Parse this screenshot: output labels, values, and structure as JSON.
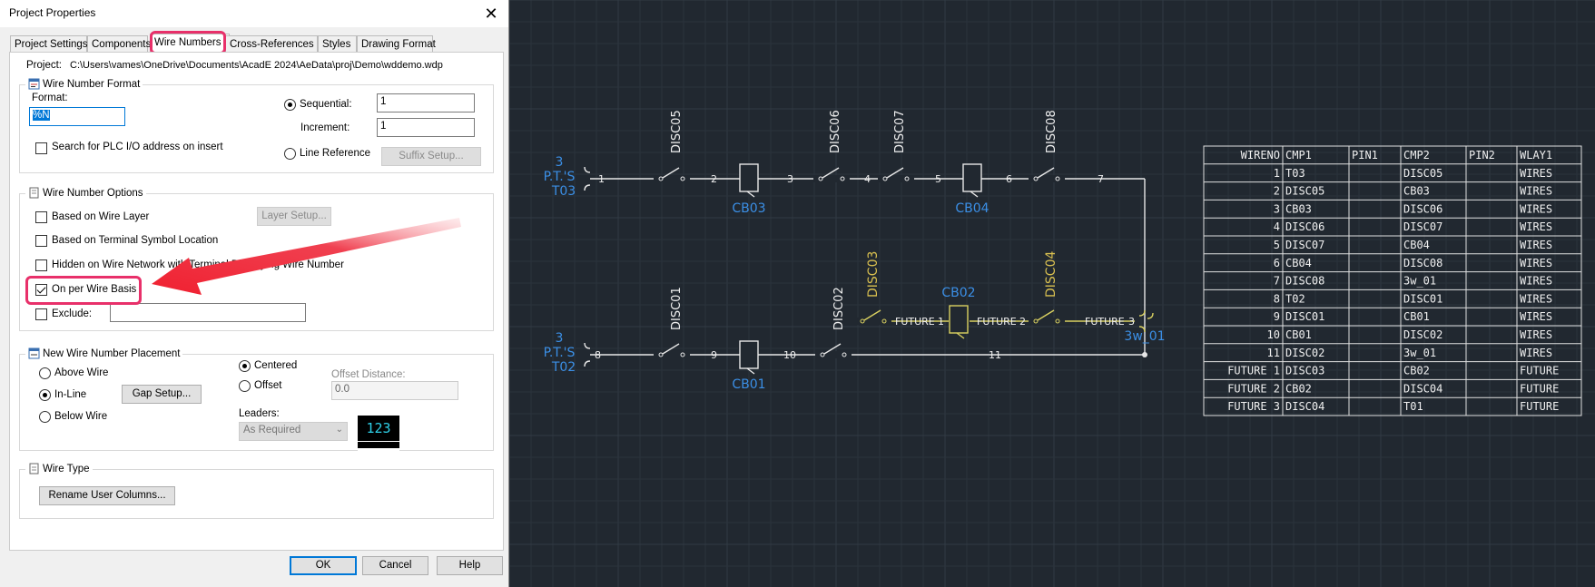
{
  "dialog": {
    "title": "Project Properties",
    "tabs": [
      "Project Settings",
      "Components",
      "Wire Numbers",
      "Cross-References",
      "Styles",
      "Drawing Format"
    ],
    "active_tab": "Wire Numbers",
    "project_label": "Project:",
    "project_path": "C:\\Users\\vames\\OneDrive\\Documents\\AcadE 2024\\AeData\\proj\\Demo\\wddemo.wdp",
    "format_group": {
      "title": "Wire Number Format",
      "format_label": "Format:",
      "format_value": "%N",
      "sequential_label": "Sequential:",
      "sequential_value": "1",
      "increment_label": "Increment:",
      "increment_value": "1",
      "plc_label": "Search for PLC I/O address on insert",
      "line_reference_label": "Line Reference",
      "suffix_setup_label": "Suffix Setup..."
    },
    "options_group": {
      "title": "Wire Number Options",
      "wire_layer_label": "Based on Wire Layer",
      "layer_setup_label": "Layer Setup...",
      "terminal_label": "Based on Terminal Symbol Location",
      "hidden_label": "Hidden on Wire Network with Terminal Displaying Wire Number",
      "per_wire_label": "On per Wire Basis",
      "exclude_label": "Exclude:",
      "exclude_value": ""
    },
    "placement_group": {
      "title": "New Wire Number Placement",
      "above_label": "Above Wire",
      "inline_label": "In-Line",
      "below_label": "Below Wire",
      "gap_setup_label": "Gap Setup...",
      "centered_label": "Centered",
      "offset_label": "Offset",
      "offset_distance_label": "Offset Distance:",
      "offset_distance_value": "0.0",
      "leaders_label": "Leaders:",
      "leaders_value": "As Required",
      "preview_text": "123"
    },
    "wire_type_group": {
      "title": "Wire Type",
      "rename_label": "Rename User Columns..."
    },
    "ok_label": "OK",
    "cancel_label": "Cancel",
    "help_label": "Help"
  },
  "schematic": {
    "rung1": {
      "ref_num": "3",
      "ref_name": "P.T.'S",
      "ref_tag": "T03",
      "wires": [
        "1",
        "2",
        "3",
        "4",
        "5",
        "6",
        "7"
      ],
      "switches": [
        "DISC05",
        "DISC06",
        "DISC07",
        "DISC08"
      ],
      "breakers": [
        "CB03",
        "CB04"
      ]
    },
    "rung2": {
      "ref_num": "3",
      "ref_name": "P.T.'S",
      "ref_tag": "T02",
      "wires": [
        "8",
        "9",
        "10",
        "11"
      ],
      "switches": [
        "DISC01",
        "DISC02"
      ],
      "breakers": [
        "CB01"
      ]
    },
    "future": {
      "switches": [
        "DISC03",
        "DISC04"
      ],
      "breaker": "CB02",
      "labels": [
        "FUTURE 1",
        "FUTURE 2",
        "FUTURE 3"
      ],
      "word": "FUTURE",
      "nums": [
        "1",
        "2",
        "3"
      ]
    },
    "dest_tag": "3w_01"
  },
  "table": {
    "headers": [
      "WIRENO",
      "CMP1",
      "PIN1",
      "CMP2",
      "PIN2",
      "WLAY1"
    ],
    "rows": [
      [
        "1",
        "T03",
        "",
        "DISC05",
        "",
        "WIRES"
      ],
      [
        "2",
        "DISC05",
        "",
        "CB03",
        "",
        "WIRES"
      ],
      [
        "3",
        "CB03",
        "",
        "DISC06",
        "",
        "WIRES"
      ],
      [
        "4",
        "DISC06",
        "",
        "DISC07",
        "",
        "WIRES"
      ],
      [
        "5",
        "DISC07",
        "",
        "CB04",
        "",
        "WIRES"
      ],
      [
        "6",
        "CB04",
        "",
        "DISC08",
        "",
        "WIRES"
      ],
      [
        "7",
        "DISC08",
        "",
        "3w_01",
        "",
        "WIRES"
      ],
      [
        "8",
        "T02",
        "",
        "DISC01",
        "",
        "WIRES"
      ],
      [
        "9",
        "DISC01",
        "",
        "CB01",
        "",
        "WIRES"
      ],
      [
        "10",
        "CB01",
        "",
        "DISC02",
        "",
        "WIRES"
      ],
      [
        "11",
        "DISC02",
        "",
        "3w_01",
        "",
        "WIRES"
      ],
      [
        "FUTURE 1",
        "DISC03",
        "",
        "CB02",
        "",
        "FUTURE"
      ],
      [
        "FUTURE 2",
        "CB02",
        "",
        "DISC04",
        "",
        "FUTURE"
      ],
      [
        "FUTURE 3",
        "DISC04",
        "",
        "T01",
        "",
        "FUTURE"
      ]
    ]
  },
  "colors": {
    "accent": "#e8306a",
    "background": "#212830",
    "wire_number_blue": "#3b8fe6",
    "future_yellow": "#d9c050"
  }
}
